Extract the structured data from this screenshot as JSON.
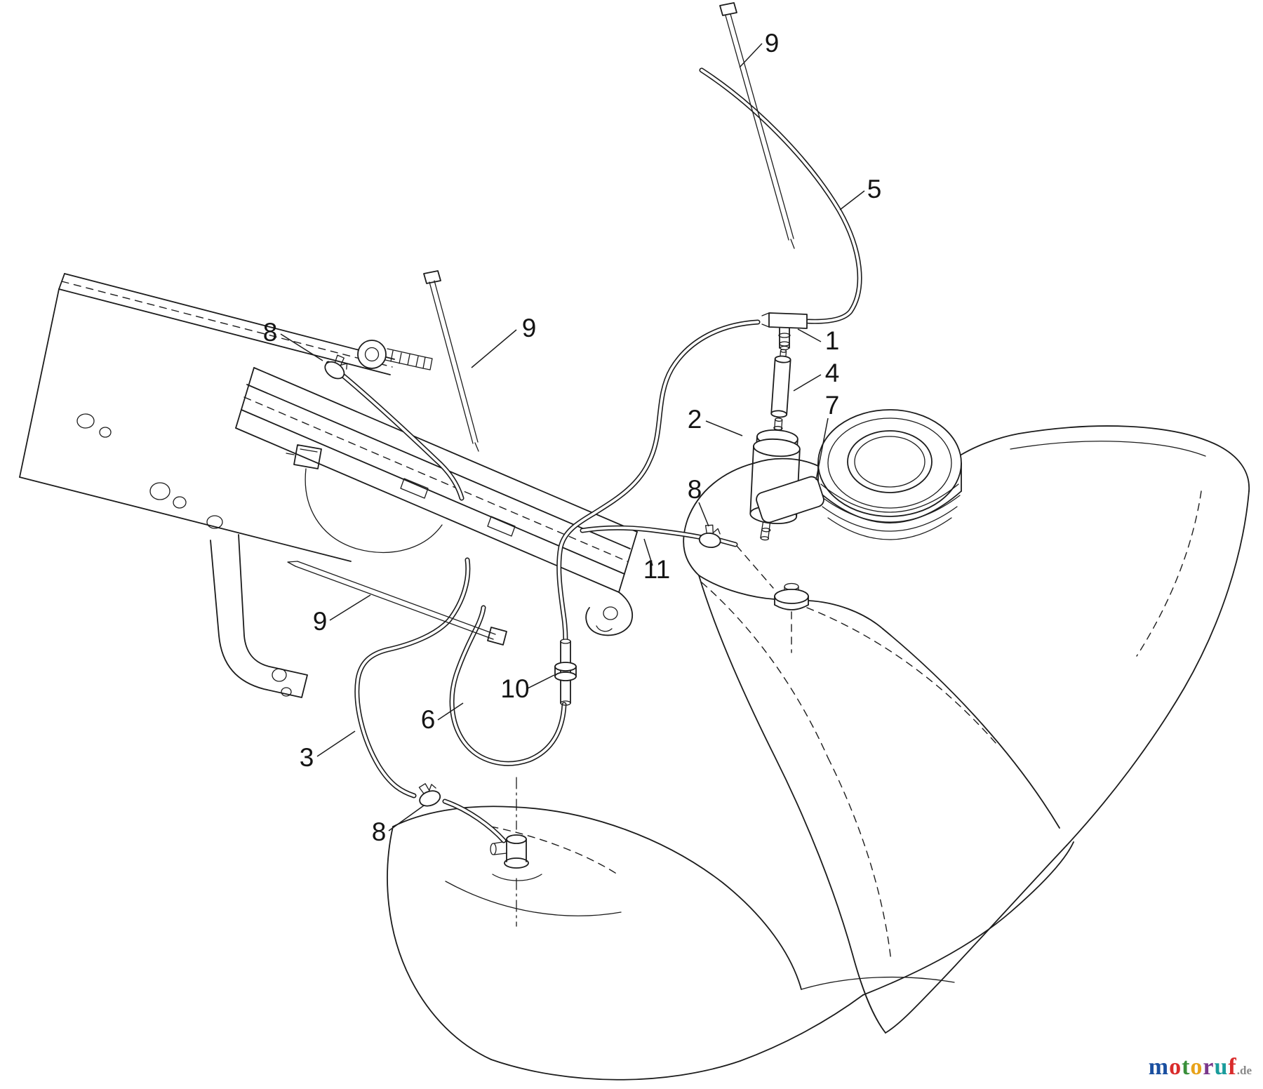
{
  "diagram": {
    "description": "Exploded parts diagram of a fuel delivery system (fuel tank, fuel filter, fuel lines, clamps and cable ties) over a chassis frame.",
    "callouts": [
      {
        "name": "callout-9-top",
        "label": "9"
      },
      {
        "name": "callout-5",
        "label": "5"
      },
      {
        "name": "callout-1",
        "label": "1"
      },
      {
        "name": "callout-4",
        "label": "4"
      },
      {
        "name": "callout-2",
        "label": "2"
      },
      {
        "name": "callout-7",
        "label": "7"
      },
      {
        "name": "callout-8-right",
        "label": "8"
      },
      {
        "name": "callout-8-left",
        "label": "8"
      },
      {
        "name": "callout-9-mid",
        "label": "9"
      },
      {
        "name": "callout-11",
        "label": "11"
      },
      {
        "name": "callout-9-bottom",
        "label": "9"
      },
      {
        "name": "callout-10",
        "label": "10"
      },
      {
        "name": "callout-6",
        "label": "6"
      },
      {
        "name": "callout-3",
        "label": "3"
      },
      {
        "name": "callout-8-bottom",
        "label": "8"
      }
    ]
  },
  "watermark": {
    "word": "motoruf",
    "suffix": ".de",
    "suffix_color": "#8a8a8a",
    "letters": [
      {
        "ch": "m",
        "color": "#1a4fa0"
      },
      {
        "ch": "o",
        "color": "#d92b2b"
      },
      {
        "ch": "t",
        "color": "#3a8f3a"
      },
      {
        "ch": "o",
        "color": "#e8a21a"
      },
      {
        "ch": "r",
        "color": "#7a378b"
      },
      {
        "ch": "u",
        "color": "#1a9c9c"
      },
      {
        "ch": "f",
        "color": "#d92b2b"
      }
    ]
  },
  "colors": {
    "line": "#1c1c1c",
    "background": "#ffffff"
  }
}
